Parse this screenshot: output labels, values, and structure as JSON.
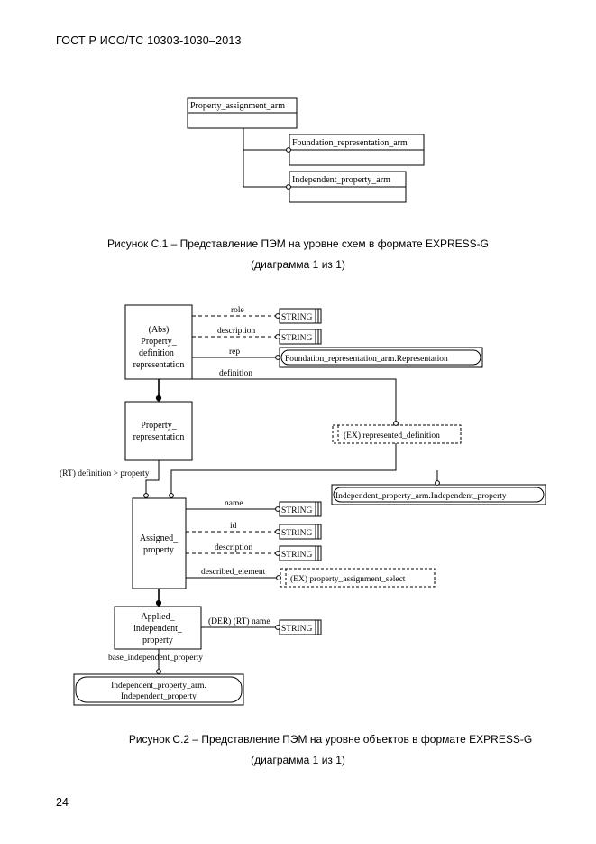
{
  "header": {
    "standard": "ГОСТ Р ИСО/ТС 10303-1030–2013"
  },
  "figure1": {
    "caption_line1": "Рисунок  С.1 – Представление ПЭМ на уровне схем в формате EXPRESS-G",
    "caption_line2": "(диаграмма 1 из 1)",
    "schemas": {
      "main": "Property_assignment_arm",
      "ref1": "Foundation_representation_arm",
      "ref2": "Independent_property_arm"
    }
  },
  "figure2": {
    "caption_line1": "Рисунок  С.2 – Представление ПЭМ на уровне объектов в формате EXPRESS-G",
    "caption_line2": "(диаграмма 1  из 1)",
    "entities": {
      "pdr_line1": "(Abs)",
      "pdr_line2": "Property_",
      "pdr_line3": "definition_",
      "pdr_line4": "representation",
      "pr_line1": "Property_",
      "pr_line2": "representation",
      "ap_line1": "Assigned_",
      "ap_line2": "property",
      "aip_line1": "Applied_",
      "aip_line2": "independent_",
      "aip_line3": "property"
    },
    "types": {
      "string": "STRING",
      "foundation_representation": "Foundation_representation_arm.Representation",
      "independent_property": "Independent_property_arm.Independent_property",
      "represented_definition": "(EX) represented_definition",
      "property_assignment_select": "(EX) property_assignment_select",
      "base_ip_line1": "Independent_property_arm.",
      "base_ip_line2": "Independent_property"
    },
    "attributes": {
      "role": "role",
      "description": "description",
      "rep": "rep",
      "definition": "definition",
      "rt_definition": "(RT) definition > property",
      "name": "name",
      "id": "id",
      "described_element": "described_element",
      "der_rt_name": "(DER) (RT) name",
      "base_independent_property": "base_independent_property"
    }
  },
  "footer": {
    "page_number": "24"
  }
}
